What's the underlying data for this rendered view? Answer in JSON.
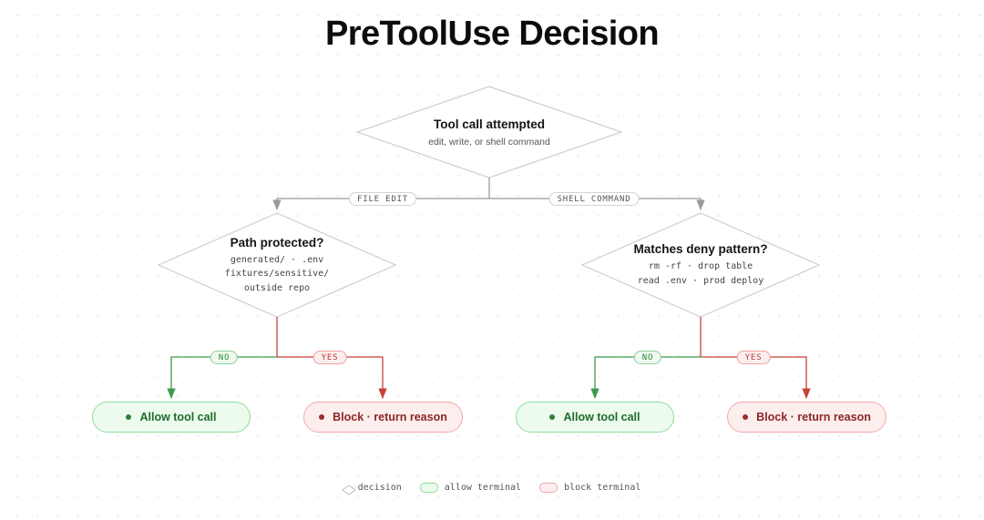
{
  "title": "PreToolUse Decision",
  "root": {
    "title": "Tool call attempted",
    "subtitle": "edit, write, or shell command"
  },
  "branches": {
    "left_label": "FILE EDIT",
    "right_label": "SHELL COMMAND"
  },
  "left_decision": {
    "title": "Path protected?",
    "lines": [
      "generated/ · .env",
      "fixtures/sensitive/",
      "outside repo"
    ]
  },
  "right_decision": {
    "title": "Matches deny pattern?",
    "lines": [
      "rm -rf · drop table",
      "read .env · prod deploy"
    ]
  },
  "edge_labels": {
    "no": "NO",
    "yes": "YES"
  },
  "terminals": {
    "allow": "Allow tool call",
    "block": "Block · return reason"
  },
  "legend": {
    "decision": "decision",
    "allow": "allow terminal",
    "block": "block terminal"
  },
  "colors": {
    "allow": "#3f9a4d",
    "block": "#c8413a",
    "neutral": "#9a9a9a"
  }
}
